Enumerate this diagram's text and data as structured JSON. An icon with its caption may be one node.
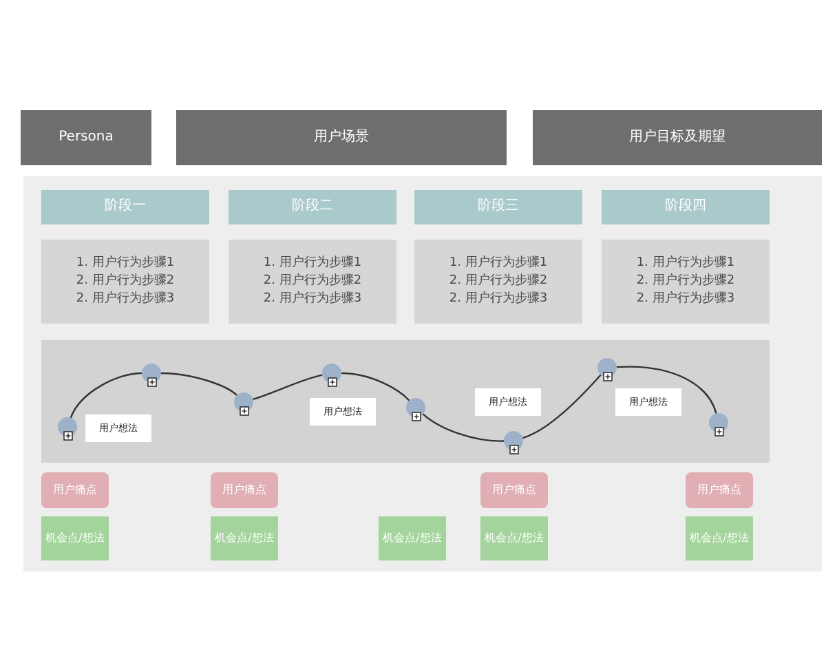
{
  "diagram": {
    "nodes": [
      {
        "text": [
          "Persona"
        ]
      },
      {
        "text": [
          "用户场景"
        ]
      },
      {
        "text": [
          "用户目标及期望"
        ]
      },
      {
        "text": [
          "阶段一"
        ]
      },
      {
        "text": [
          "阶段二"
        ]
      },
      {
        "text": [
          "阶段三"
        ]
      },
      {
        "text": [
          "阶段四"
        ]
      },
      {
        "text": [
          "1. 用户行为步骤1",
          "2. 用户行为步骤2",
          "2. 用户行为步骤3"
        ]
      },
      {
        "text": [
          "1. 用户行为步骤1",
          "2. 用户行为步骤2",
          "2. 用户行为步骤3"
        ]
      },
      {
        "text": [
          "1. 用户行为步骤1",
          "2. 用户行为步骤2",
          "2. 用户行为步骤3"
        ]
      },
      {
        "text": [
          "1. 用户行为步骤1",
          "2. 用户行为步骤2",
          "2. 用户行为步骤3"
        ]
      },
      {
        "text": [],
        "shape": "circle"
      },
      {
        "text": [],
        "shape": "circle"
      },
      {
        "text": [],
        "shape": "circle"
      },
      {
        "text": [],
        "shape": "circle"
      },
      {
        "text": [],
        "shape": "circle"
      },
      {
        "text": [],
        "shape": "circle"
      },
      {
        "text": [],
        "shape": "circle"
      },
      {
        "text": [],
        "shape": "circle"
      },
      {
        "text": [
          "用户想法"
        ]
      },
      {
        "text": [
          "用户想法"
        ]
      },
      {
        "text": [
          "用户想法"
        ]
      },
      {
        "text": [
          "用户想法"
        ]
      },
      {
        "text": [
          "用户痛点"
        ]
      },
      {
        "text": [
          "用户痛点"
        ]
      },
      {
        "text": [
          "用户痛点"
        ]
      },
      {
        "text": [
          "用户痛点"
        ]
      },
      {
        "text": [
          "机会点/想法"
        ]
      },
      {
        "text": [
          "机会点/想法"
        ]
      },
      {
        "text": [
          "机会点/想法"
        ]
      },
      {
        "text": [
          "机会点/想法"
        ]
      },
      {
        "text": [
          "机会点/想法"
        ]
      }
    ],
    "edges": [
      {
        "from": 11,
        "to": 12,
        "arrow": "none"
      },
      {
        "from": 12,
        "to": 13,
        "arrow": "none"
      },
      {
        "from": 13,
        "to": 14,
        "arrow": "none"
      },
      {
        "from": 14,
        "to": 15,
        "arrow": "none"
      },
      {
        "from": 15,
        "to": 16,
        "arrow": "none"
      },
      {
        "from": 16,
        "to": 17,
        "arrow": "none"
      },
      {
        "from": 17,
        "to": 18,
        "arrow": "none"
      }
    ]
  }
}
